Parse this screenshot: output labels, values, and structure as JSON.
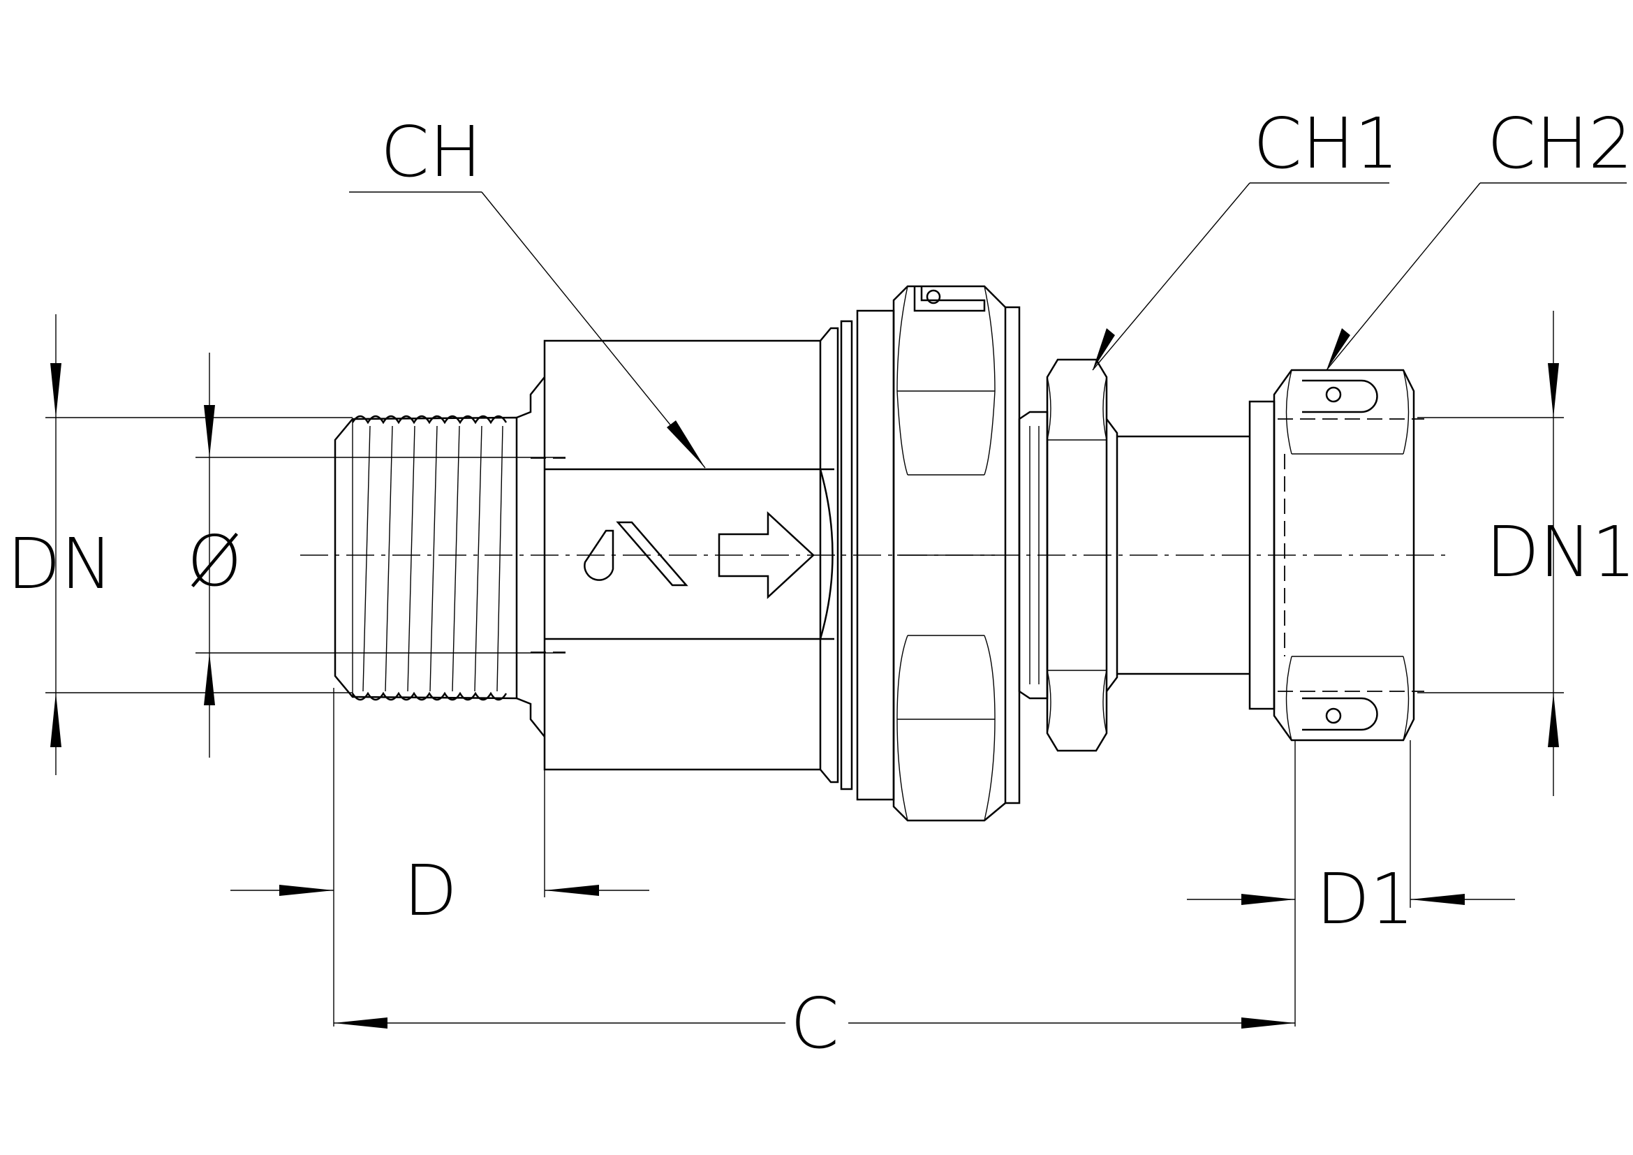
{
  "labels": {
    "dn": "DN",
    "diameter": "Ø",
    "ch": "CH",
    "ch1": "CH1",
    "ch2": "CH2",
    "dn1": "DN1",
    "d": "D",
    "d1": "D1",
    "c": "C"
  }
}
